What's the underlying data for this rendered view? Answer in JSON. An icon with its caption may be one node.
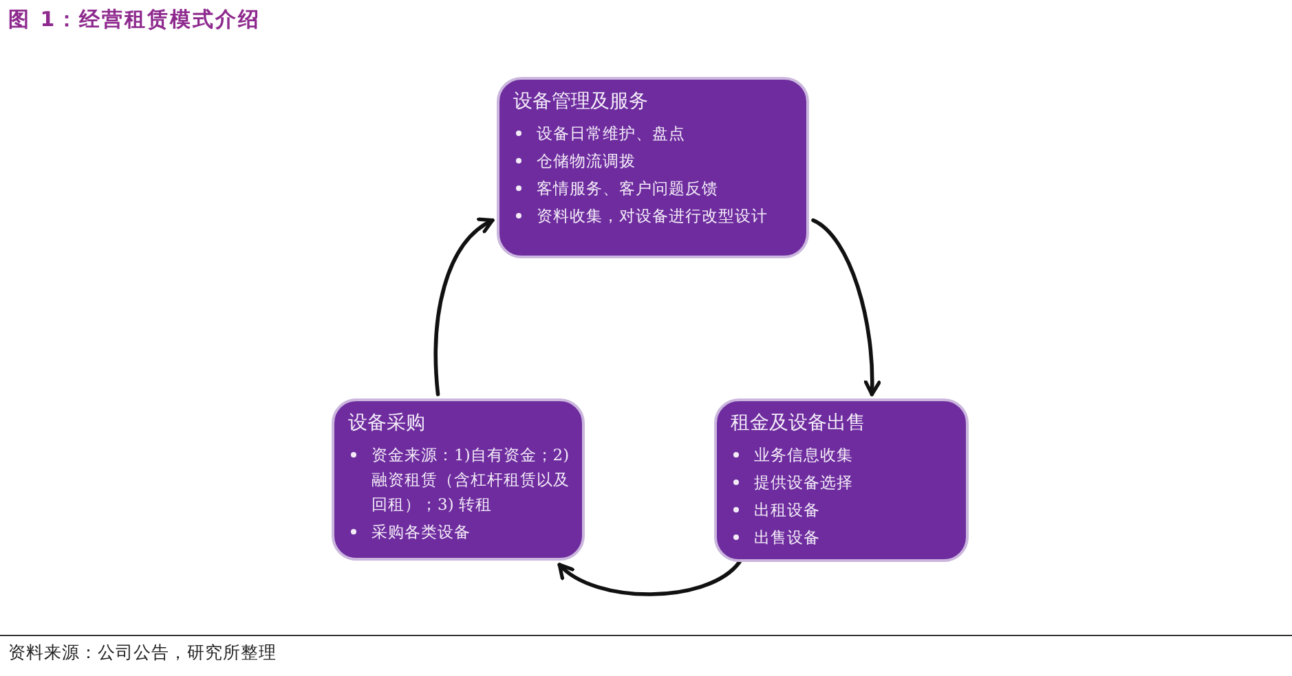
{
  "diagram": {
    "title": "图 1：经营租赁模式介绍",
    "nodes": [
      {
        "text": [
          "设备管理及服务",
          "设备日常维护、盘点",
          "仓储物流调拨",
          "客情服务、客户问题反馈",
          "资料收集，对设备进行改型设计"
        ]
      },
      {
        "text": [
          "租金及设备出售",
          "业务信息收集",
          "提供设备选择",
          "出租设备",
          "出售设备"
        ]
      },
      {
        "text": [
          "设备采购",
          "资金来源：1)自有资金；2) 融资租赁（含杠杆租赁以及回租）；3) 转租",
          "采购各类设备"
        ]
      }
    ],
    "edges": [
      {
        "from": 0,
        "to": 1,
        "arrow": "to"
      },
      {
        "from": 1,
        "to": 2,
        "arrow": "to"
      },
      {
        "from": 2,
        "to": 0,
        "arrow": "to"
      }
    ],
    "caption": "资料来源：公司公告，研究所整理"
  }
}
